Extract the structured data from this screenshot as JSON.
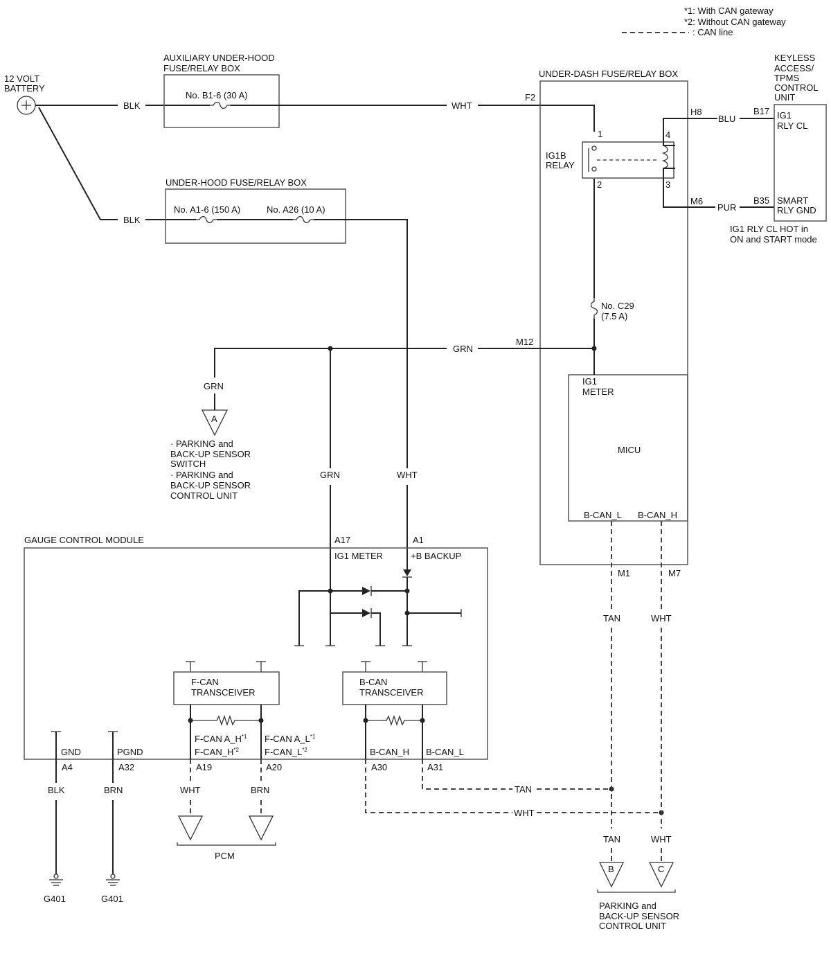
{
  "legend": {
    "note1": "*1: With CAN gateway",
    "note2": "*2: Without CAN gateway",
    "can_line": ": CAN line"
  },
  "battery": {
    "label_line1": "12 VOLT",
    "label_line2": "BATTERY"
  },
  "aux_box": {
    "title_line1": "AUXILIARY UNDER-HOOD",
    "title_line2": "FUSE/RELAY BOX",
    "fuse": "No. B1-6 (30 A)"
  },
  "uh_box": {
    "title": "UNDER-HOOD FUSE/RELAY BOX",
    "fuse1": "No. A1-6 (150 A)",
    "fuse2": "No. A26 (10 A)"
  },
  "ud_box": {
    "title": "UNDER-DASH FUSE/RELAY BOX",
    "relay_line1": "IG1B",
    "relay_line2": "RELAY",
    "pin1": "1",
    "pin2": "2",
    "pin3": "3",
    "pin4": "4",
    "fuse_line1": "No. C29",
    "fuse_line2": "(7.5 A)",
    "micu_label_line1": "IG1",
    "micu_label_line2": "METER",
    "micu": "MICU",
    "bcan_l": "B-CAN_L",
    "bcan_h": "B-CAN_H"
  },
  "keyless": {
    "title_line1": "KEYLESS",
    "title_line2": "ACCESS/",
    "title_line3": "TPMS",
    "title_line4": "CONTROL",
    "title_line5": "UNIT",
    "ig1_line1": "IG1",
    "ig1_line2": "RLY CL",
    "smart_line1": "SMART",
    "smart_line2": "RLY GND",
    "note_line1": "IG1 RLY CL HOT in",
    "note_line2": "ON and START mode"
  },
  "wires": {
    "blk1": "BLK",
    "blk2": "BLK",
    "wht1": "WHT",
    "grn_main": "GRN",
    "grn_a": "GRN",
    "grn_v": "GRN",
    "wht_v": "WHT",
    "blu": "BLU",
    "pur": "PUR",
    "tan1": "TAN",
    "wht_can1": "WHT",
    "tan_h": "TAN",
    "wht_h": "WHT",
    "tan2": "TAN",
    "wht_can2": "WHT",
    "blk_gnd": "BLK",
    "brn_gnd": "BRN",
    "wht_pcm": "WHT",
    "brn_pcm": "BRN"
  },
  "connectors": {
    "f2": "F2",
    "h8": "H8",
    "m6": "M6",
    "b17": "B17",
    "b35": "B35",
    "m12": "M12",
    "m1": "M1",
    "m7": "M7",
    "a17": "A17",
    "a1": "A1",
    "a4": "A4",
    "a32": "A32",
    "a19": "A19",
    "a20": "A20",
    "a30": "A30",
    "a31": "A31"
  },
  "terminal_a": {
    "letter": "A",
    "line1": "· PARKING and",
    "line2": "BACK-UP SENSOR",
    "line3": "SWITCH",
    "line4": "· PARKING and",
    "line5": "BACK-UP SENSOR",
    "line6": "CONTROL UNIT"
  },
  "gcm": {
    "title": "GAUGE CONTROL MODULE",
    "ig1_meter": "IG1 METER",
    "b_backup": "+B BACKUP",
    "fcan_line1": "F-CAN",
    "fcan_line2": "TRANSCEIVER",
    "bcan_line1": "B-CAN",
    "bcan_line2": "TRANSCEIVER",
    "gnd": "GND",
    "pgnd": "PGND",
    "fcan_ah": "F-CAN A_H",
    "fcan_h": "F-CAN_H",
    "fcan_al": "F-CAN A_L",
    "fcan_l": "F-CAN_L",
    "sup1": "*1",
    "sup2": "*2",
    "bcan_h": "B-CAN_H",
    "bcan_l": "B-CAN_L"
  },
  "grounds": {
    "g1": "G401",
    "g2": "G401"
  },
  "pcm": {
    "label": "PCM"
  },
  "parking_unit": {
    "b": "B",
    "c": "C",
    "line1": "PARKING and",
    "line2": "BACK-UP SENSOR",
    "line3": "CONTROL UNIT"
  }
}
